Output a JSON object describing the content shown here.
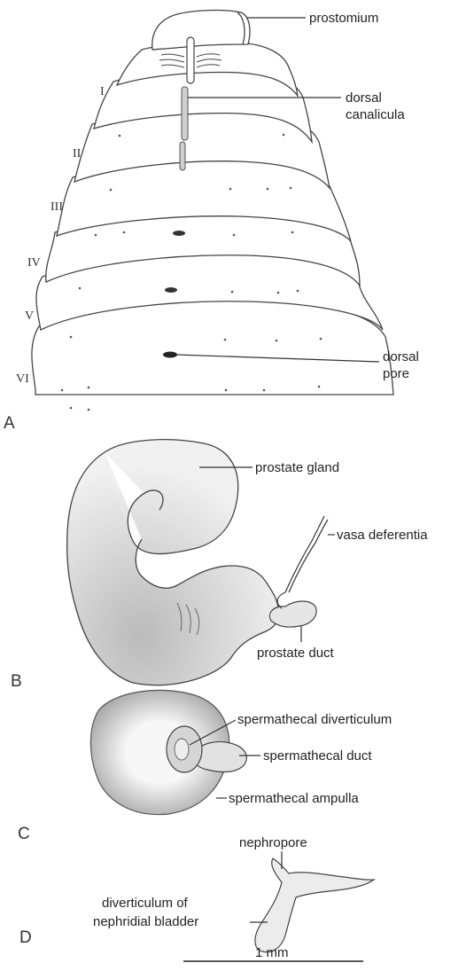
{
  "panels": {
    "a": "A",
    "b": "B",
    "c": "C",
    "d": "D"
  },
  "segments": [
    "I",
    "II",
    "III",
    "IV",
    "V",
    "VI"
  ],
  "labels": {
    "prostomium": "prostomium",
    "dorsal_canalicula_1": "dorsal",
    "dorsal_canalicula_2": "canalicula",
    "dorsal_pore_1": "dorsal",
    "dorsal_pore_2": "pore",
    "prostate_gland": "prostate gland",
    "vasa_deferentia": "vasa deferentia",
    "prostate_duct": "prostate duct",
    "spermathecal_diverticulum": "spermathecal diverticulum",
    "spermathecal_duct": "spermathecal duct",
    "spermathecal_ampulla": "spermathecal ampulla",
    "nephropore": "nephropore",
    "diverticulum_1": "diverticulum of",
    "diverticulum_2": "nephridial bladder"
  },
  "scale_bar": "1 mm",
  "colors": {
    "line": "#333333",
    "stipple": "#9a9a9a"
  }
}
